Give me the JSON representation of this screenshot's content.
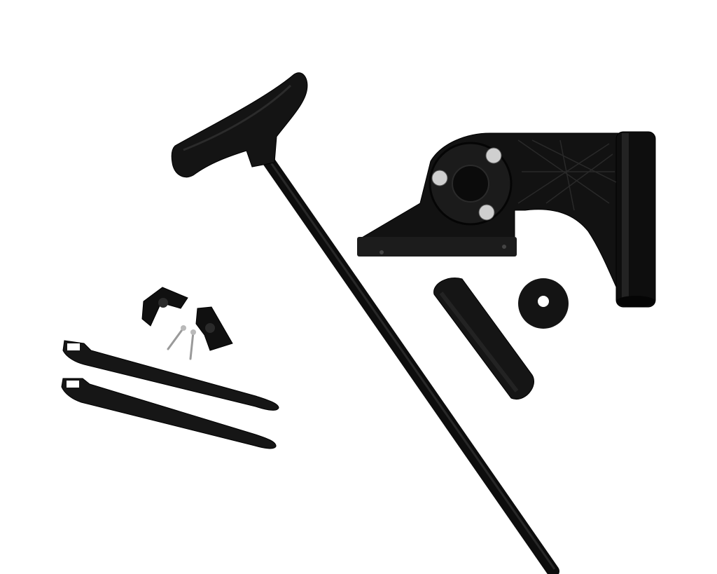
{
  "image": {
    "background": "#ffffff",
    "subject": "kit-parts-on-white",
    "part_color": "#111111",
    "metal_color": "#b9b9b9"
  },
  "items": [
    {
      "name": "t-handle-pole",
      "icon": "t-handle-icon"
    },
    {
      "name": "pivot-bracket",
      "icon": "bracket-icon"
    },
    {
      "name": "foam-grip",
      "icon": "foam-grip-icon"
    },
    {
      "name": "rubber-washer",
      "icon": "washer-icon"
    },
    {
      "name": "pole-clip",
      "icon": "clip-icon",
      "count": 2
    },
    {
      "name": "screw",
      "icon": "screw-icon",
      "count": 2
    },
    {
      "name": "hook-and-loop-strap",
      "icon": "strap-icon",
      "count": 2
    }
  ]
}
